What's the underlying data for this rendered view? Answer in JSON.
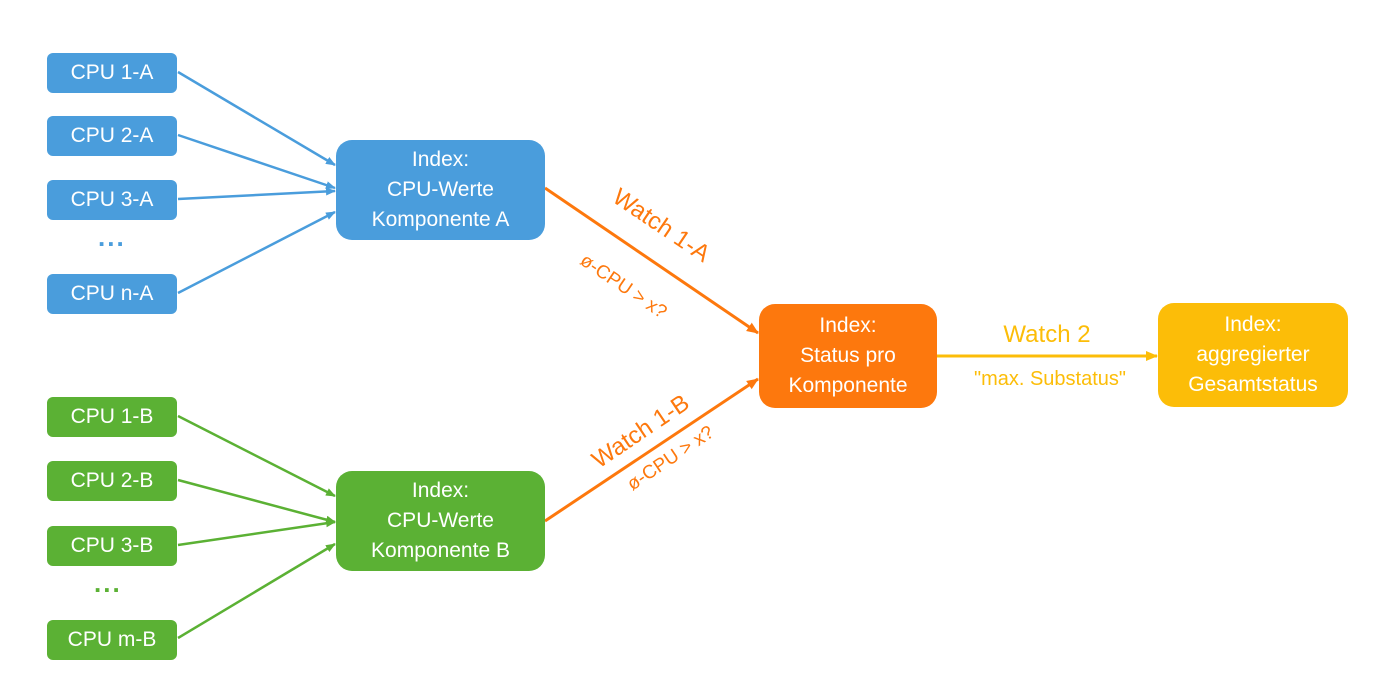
{
  "colors": {
    "component_a": "#4a9ddc",
    "component_b": "#5bb134",
    "status": "#fd780d",
    "aggregate": "#fcbd08"
  },
  "component_a": {
    "sources": [
      "CPU 1-A",
      "CPU 2-A",
      "CPU 3-A",
      "CPU n-A"
    ],
    "ellipsis": "...",
    "index": [
      "Index:",
      "CPU-Werte",
      "Komponente A"
    ]
  },
  "component_b": {
    "sources": [
      "CPU 1-B",
      "CPU 2-B",
      "CPU 3-B",
      "CPU m-B"
    ],
    "ellipsis": "...",
    "index": [
      "Index:",
      "CPU-Werte",
      "Komponente B"
    ]
  },
  "status_index": [
    "Index:",
    "Status pro",
    "Komponente"
  ],
  "aggregate_index": [
    "Index:",
    "aggregierter",
    "Gesamtstatus"
  ],
  "watches": {
    "watch_1a": {
      "title": "Watch 1-A",
      "condition": "ø-CPU > x?"
    },
    "watch_1b": {
      "title": "Watch 1-B",
      "condition": "ø-CPU > x?"
    },
    "watch_2": {
      "title": "Watch 2",
      "condition": "\"max. Substatus\""
    }
  }
}
